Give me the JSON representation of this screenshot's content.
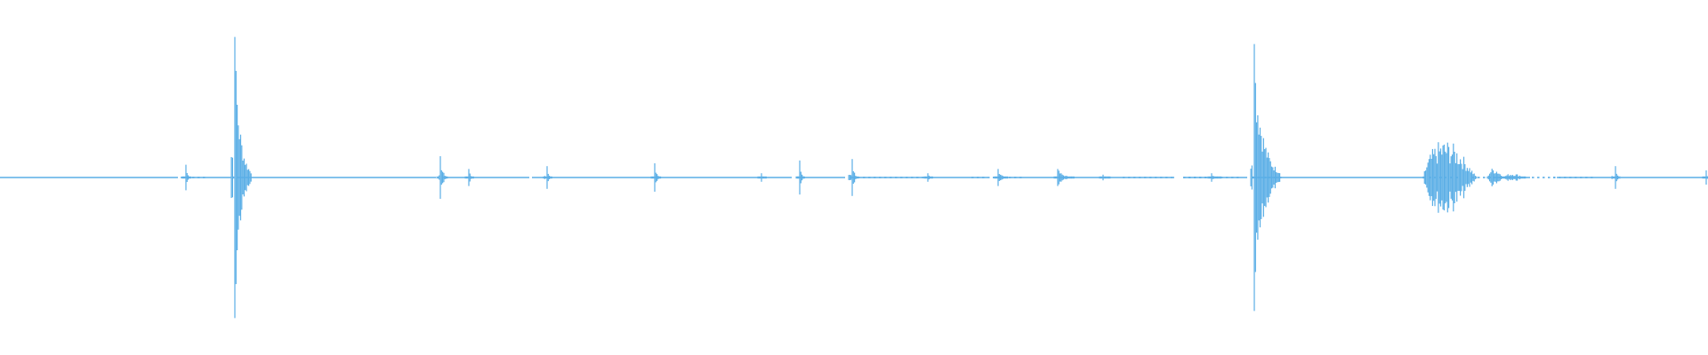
{
  "waveform": {
    "color": "#5aaee6",
    "background": "#ffffff",
    "duration_units": 1920,
    "baseline_segments": [
      [
        0,
        200
      ],
      [
        203,
        260
      ],
      [
        266,
        490
      ],
      [
        498,
        595
      ],
      [
        598,
        890
      ],
      [
        895,
        950
      ],
      [
        955,
        1110
      ],
      [
        1116,
        1320
      ],
      [
        1330,
        1402
      ],
      [
        1410,
        1600
      ],
      [
        1680,
        1720
      ],
      [
        1750,
        1818
      ],
      [
        1822,
        1920
      ]
    ],
    "baseline_dots": [
      [
        204,
        232
      ],
      [
        964,
        1040
      ],
      [
        1092,
        1152
      ],
      [
        1262,
        1322
      ],
      [
        1330,
        1362
      ],
      [
        1336,
        1396
      ],
      [
        1408,
        1440
      ],
      [
        1600,
        1640
      ],
      [
        1655,
        1700
      ],
      [
        1722,
        1748
      ],
      [
        1746,
        1790
      ],
      [
        1818,
        1822
      ]
    ],
    "events": [
      {
        "t": 209,
        "amp": 0.09,
        "decay": 4
      },
      {
        "t": 264,
        "amp": 0.99,
        "decay": 14
      },
      {
        "t": 495,
        "amp": 0.15,
        "decay": 6
      },
      {
        "t": 527,
        "amp": 0.06,
        "decay": 4
      },
      {
        "t": 615,
        "amp": 0.08,
        "decay": 4
      },
      {
        "t": 736,
        "amp": 0.1,
        "decay": 5
      },
      {
        "t": 856,
        "amp": 0.03,
        "decay": 4
      },
      {
        "t": 899,
        "amp": 0.12,
        "decay": 4
      },
      {
        "t": 958,
        "amp": 0.13,
        "decay": 5
      },
      {
        "t": 1043,
        "amp": 0.03,
        "decay": 4
      },
      {
        "t": 1122,
        "amp": 0.06,
        "decay": 8
      },
      {
        "t": 1189,
        "amp": 0.06,
        "decay": 14
      },
      {
        "t": 1240,
        "amp": 0.02,
        "decay": 6
      },
      {
        "t": 1362,
        "amp": 0.03,
        "decay": 8
      },
      {
        "t": 1410,
        "amp": 0.94,
        "decay": 22
      },
      {
        "t": 1816,
        "amp": 0.08,
        "decay": 4
      },
      {
        "t": 1918,
        "amp": 0.05,
        "decay": 2
      }
    ],
    "bursts": [
      {
        "start": 1600,
        "end": 1660,
        "amp": 0.27
      },
      {
        "start": 1672,
        "end": 1690,
        "amp": 0.07
      },
      {
        "start": 1690,
        "end": 1715,
        "amp": 0.03
      }
    ]
  }
}
